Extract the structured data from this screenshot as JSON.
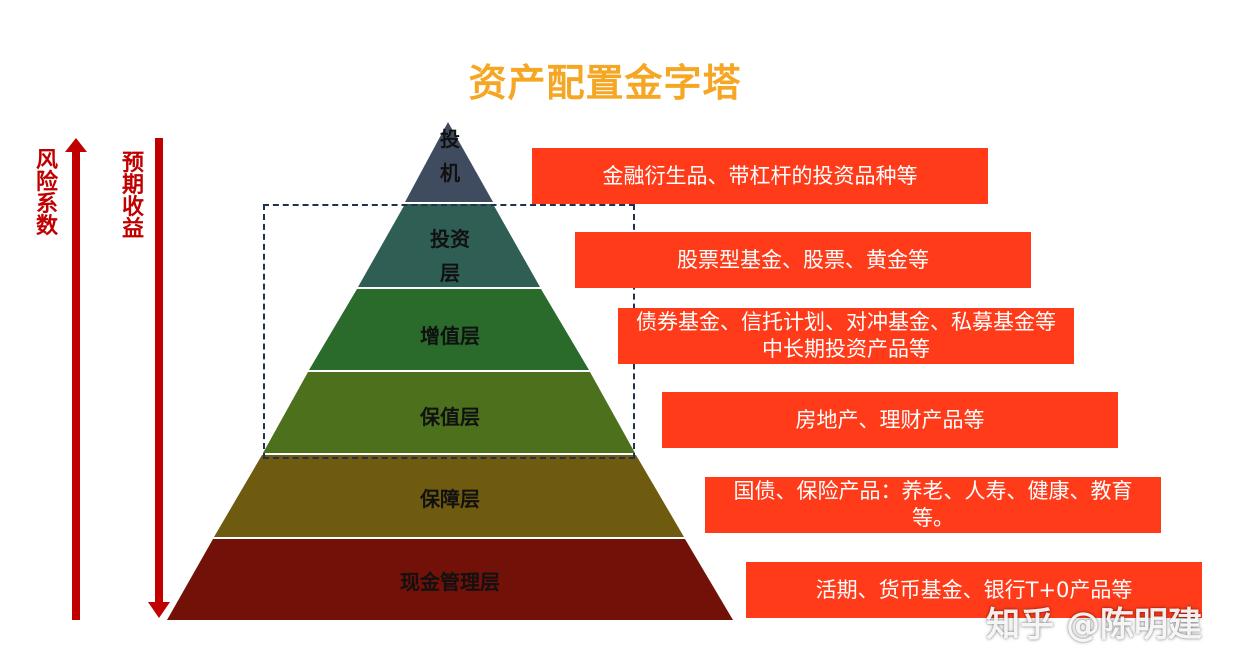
{
  "title": "资产配置金字塔",
  "axes": {
    "risk_label": "风险系数",
    "return_label": "预期收益"
  },
  "colors": {
    "title": "#f5a623",
    "axis": "#c00000",
    "box": "#ff3b1a",
    "dash": "#1f3350"
  },
  "layers": [
    {
      "name": "投\n机",
      "description": "金融衍生品、带杠杆的投资品种等",
      "color": "#3f4b5f"
    },
    {
      "name": "投资\n层",
      "description": "股票型基金、股票、黄金等",
      "color": "#2e5e54"
    },
    {
      "name": "增值层",
      "description": "债券基金、信托计划、对冲基金、私募基金等中长期投资产品等",
      "color": "#2a6b2c"
    },
    {
      "name": "保值层",
      "description": "房地产、理财产品等",
      "color": "#4c701b"
    },
    {
      "name": "保障层",
      "description": "国债、保险产品：养老、人寿、健康、教育等。",
      "color": "#6f5b10"
    },
    {
      "name": "现金管理层",
      "description": "活期、货币基金、银行T+0产品等",
      "color": "#711108"
    }
  ],
  "watermark": "知乎 @陈明建"
}
